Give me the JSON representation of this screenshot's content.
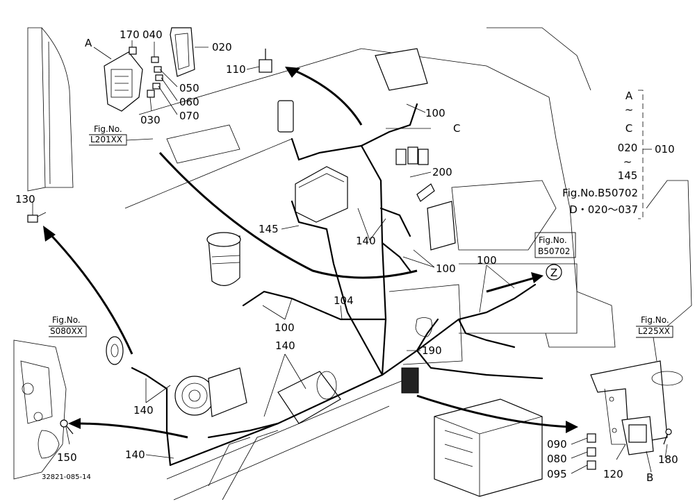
{
  "labels": {
    "p170": "170",
    "p040": "040",
    "p020": "020",
    "pA": "A",
    "p110": "110",
    "p050": "050",
    "p060": "060",
    "p070": "070",
    "p030": "030",
    "p100a": "100",
    "pC": "C",
    "p200": "200",
    "p130": "130",
    "p145": "145",
    "p140a": "140",
    "p100b": "100",
    "p100c": "100",
    "p104": "104",
    "p100d": "100",
    "p140b": "140",
    "p190": "190",
    "p140c": "140",
    "p150": "150",
    "p140d": "140",
    "p090": "090",
    "p080": "080",
    "p095": "095",
    "p120": "120",
    "pB": "B",
    "p180": "180",
    "pZ": "Z"
  },
  "bracket": {
    "line1": "A",
    "line2": "~",
    "line3": "C",
    "line4": "020",
    "line5": "~",
    "line6": "145",
    "target": "010"
  },
  "refs": {
    "l201_top": "Fig.No.",
    "l201_bottom": "L201XX",
    "s080_top": "Fig.No.",
    "s080_bottom": "S080XX",
    "l225_top": "Fig.No.",
    "l225_bottom": "L225XX",
    "b50702_top": "Fig.No.",
    "b50702_bottom": "B50702",
    "b50702_note1": "Fig.No.B50702",
    "b50702_note2": "D・020～037"
  },
  "footer": {
    "code": "32821-085-14"
  }
}
